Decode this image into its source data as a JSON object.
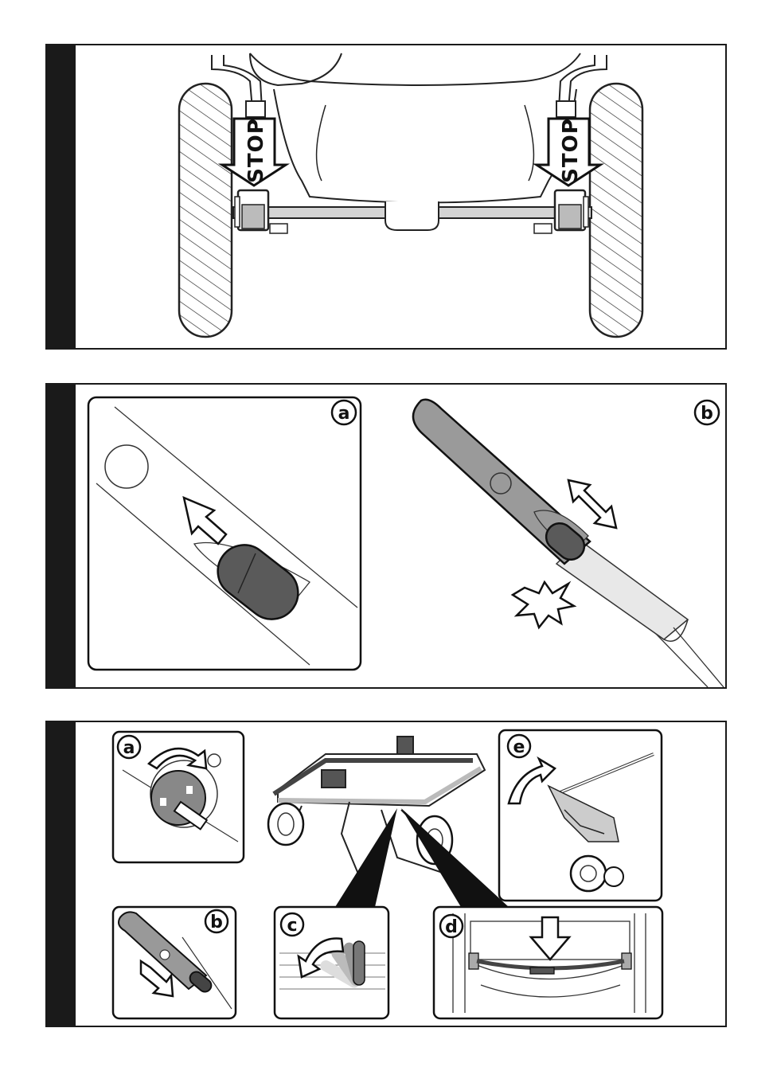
{
  "panel1": {
    "warning_left": "STOP",
    "warning_right": "STOP"
  },
  "panel2": {
    "step_a": "a",
    "step_b": "b"
  },
  "panel3": {
    "step_a": "a",
    "step_b": "b",
    "step_c": "c",
    "step_d": "d",
    "step_e": "e"
  }
}
